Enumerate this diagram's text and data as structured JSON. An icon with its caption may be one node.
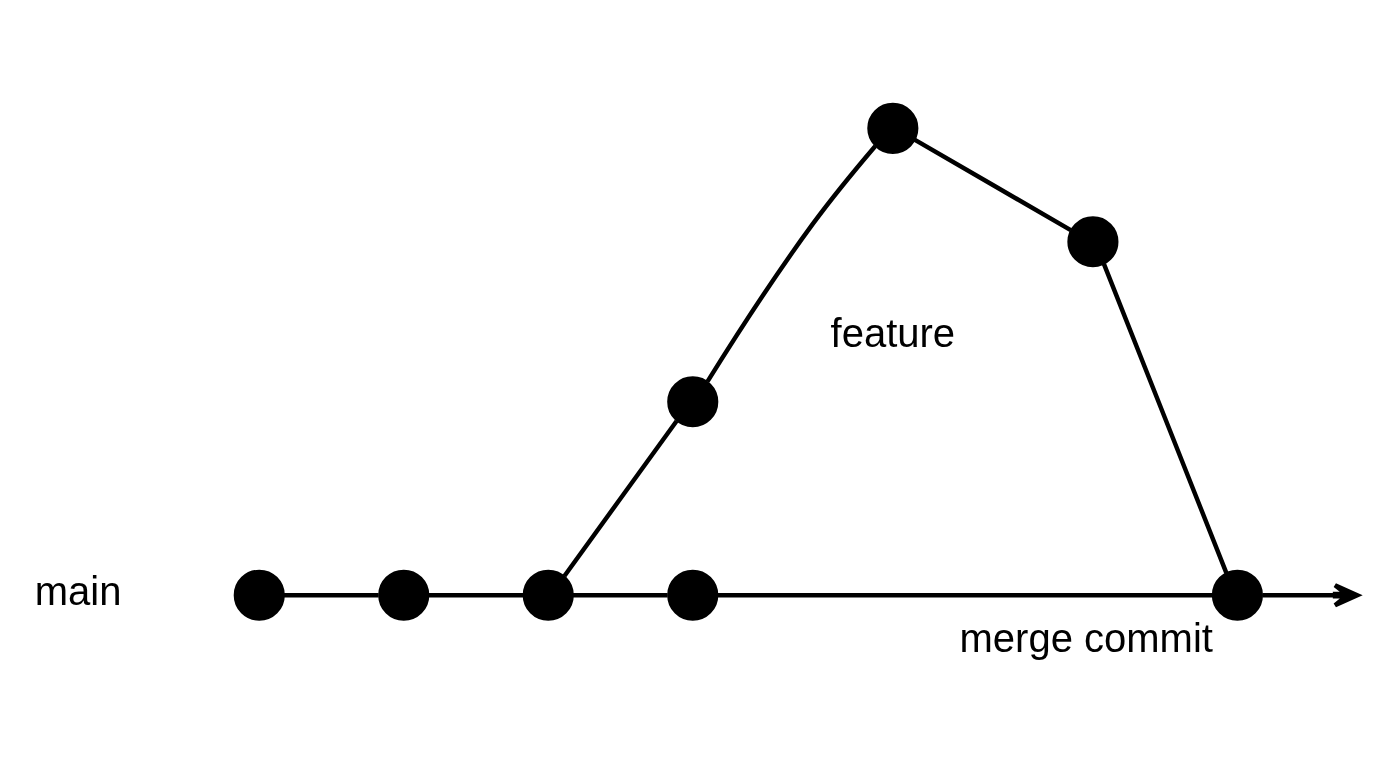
{
  "diagram": {
    "nodes": [
      {
        "text": [],
        "shape": "circle"
      },
      {
        "text": [],
        "shape": "circle"
      },
      {
        "text": [],
        "shape": "circle"
      },
      {
        "text": [],
        "shape": "circle"
      },
      {
        "text": [],
        "shape": "circle"
      },
      {
        "text": [],
        "shape": "circle"
      },
      {
        "text": [],
        "shape": "circle"
      },
      {
        "text": [],
        "shape": "circle",
        "beside": [
          "merge commit"
        ]
      }
    ],
    "edges": [
      {
        "from": 0,
        "to": 1,
        "arrow": "none"
      },
      {
        "from": 1,
        "to": 2,
        "arrow": "none"
      },
      {
        "from": 2,
        "to": 3,
        "arrow": "none"
      },
      {
        "from": 3,
        "to": 7,
        "arrow": "none"
      },
      {
        "from": 2,
        "to": 4,
        "arrow": "none"
      },
      {
        "from": 4,
        "to": 5,
        "arrow": "none"
      },
      {
        "from": 5,
        "to": 6,
        "arrow": "none"
      },
      {
        "from": 6,
        "to": 7,
        "arrow": "none"
      },
      {
        "from": 7,
        "to": null,
        "arrow": "to"
      }
    ],
    "labels": [
      "feature",
      "main"
    ]
  }
}
